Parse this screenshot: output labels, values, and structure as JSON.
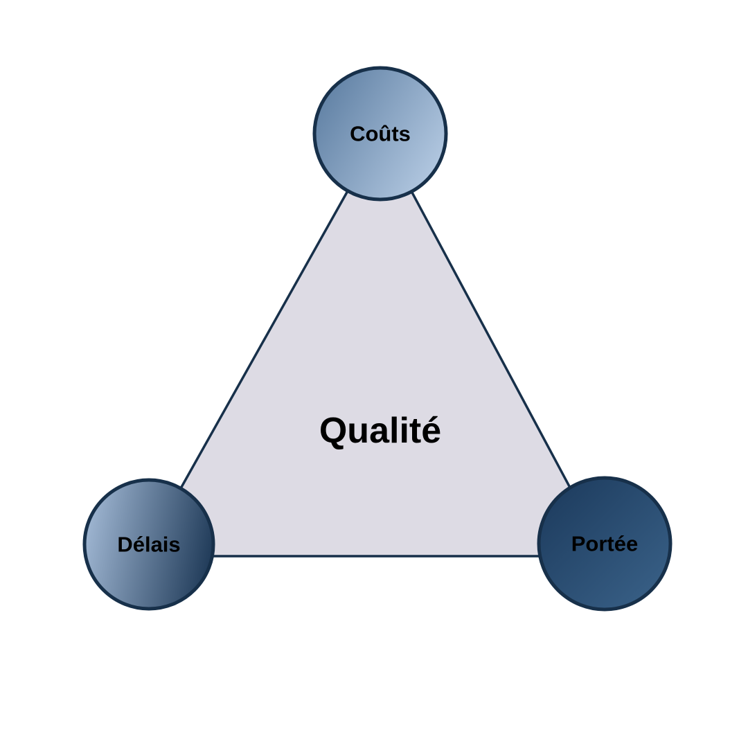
{
  "diagram": {
    "center_label": "Qualité",
    "nodes": [
      {
        "id": "couts",
        "label": "Coûts",
        "position": "top"
      },
      {
        "id": "delais",
        "label": "Délais",
        "position": "bottom-left"
      },
      {
        "id": "portee",
        "label": "Portée",
        "position": "bottom-right"
      }
    ]
  },
  "colors": {
    "background": "#FFFFFF",
    "triangle_fill": "#DDDBE4",
    "outline_stroke": "#17304A",
    "label_text": "#000000",
    "couts_gradient_start": "#56789D",
    "couts_gradient_end": "#AFC5DE",
    "delais_gradient_start": "#9FB6D2",
    "delais_gradient_end": "#1F3A58",
    "portee_gradient_start": "#1B395B",
    "portee_gradient_end": "#3B638A"
  }
}
